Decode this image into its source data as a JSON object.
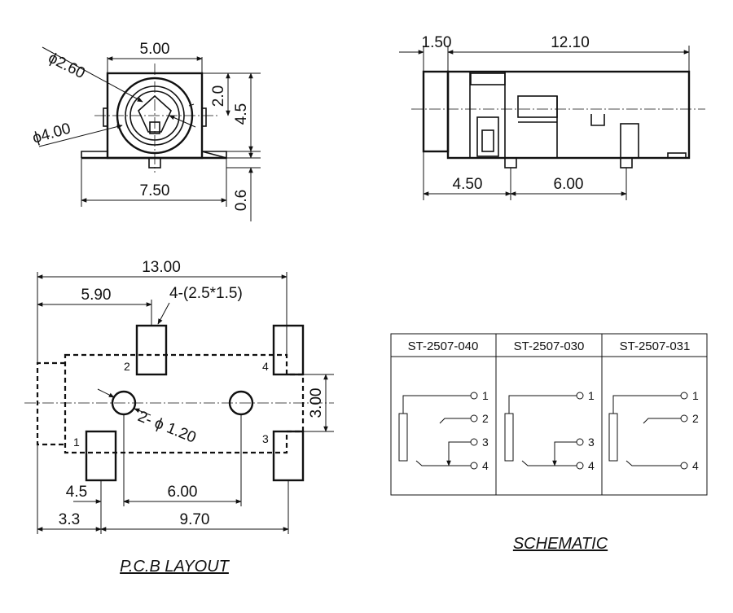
{
  "front_view": {
    "dim_top": "5.00",
    "dim_phi_outer": "ϕ2.60",
    "dim_phi_inner": "ϕ4.00",
    "dim_right_small": "2.0",
    "dim_right": "4.5",
    "dim_bottom": "7.50",
    "dim_standoff": "0.6"
  },
  "side_view": {
    "dim_left_top": "1.50",
    "dim_top": "12.10",
    "dim_bottom_left": "4.50",
    "dim_bottom_right": "6.00"
  },
  "pcb_layout": {
    "dim_overall": "13.00",
    "dim_pad_offset": "5.90",
    "pad_spec": "4-(2.5*1.5)",
    "hole_spec": "2- ϕ 1.20",
    "dim_vertical": "3.00",
    "dim_pad1": "4.5",
    "dim_hole_spacing": "6.00",
    "dim_left": "3.3",
    "dim_pitch": "9.70",
    "pins": [
      "1",
      "2",
      "3",
      "4"
    ],
    "caption": "P.C.B LAYOUT"
  },
  "schematic": {
    "columns": [
      "ST-2507-040",
      "ST-2507-030",
      "ST-2507-031"
    ],
    "pins": [
      "1",
      "2",
      "3",
      "4"
    ],
    "caption": "SCHEMATIC"
  }
}
